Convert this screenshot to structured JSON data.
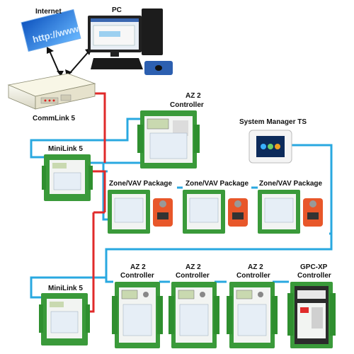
{
  "labels": {
    "internet": "Internet",
    "url": "http://www",
    "pc": "PC",
    "commlink": "CommLink 5",
    "az2_top_1": "AZ 2",
    "az2_top_2": "Controller",
    "system_manager": "System Manager TS",
    "minilink_top": "MiniLink 5",
    "zone1": "Zone/VAV Package",
    "zone2": "Zone/VAV Package",
    "zone3": "Zone/VAV Package",
    "az2_b1_1": "AZ 2",
    "az2_b1_2": "Controller",
    "az2_b2_1": "AZ 2",
    "az2_b2_2": "Controller",
    "az2_b3_1": "AZ 2",
    "az2_b3_2": "Controller",
    "gpc_1": "GPC-XP",
    "gpc_2": "Controller",
    "minilink_bottom": "MiniLink 5"
  },
  "colors": {
    "comm_loop": "#29a8e0",
    "red_link": "#e02a2a",
    "board_green": "#3a9a3a",
    "terminal_green": "#2f8f2f",
    "actuator_orange": "#e8572a",
    "board_white": "#f2f4f2",
    "gpc_dark": "#2b2b2b"
  },
  "icons": {
    "internet": "browser-window-icon",
    "pc": "desktop-computer-icon",
    "commlink": "network-device-icon",
    "touchscreen": "touchscreen-icon"
  }
}
